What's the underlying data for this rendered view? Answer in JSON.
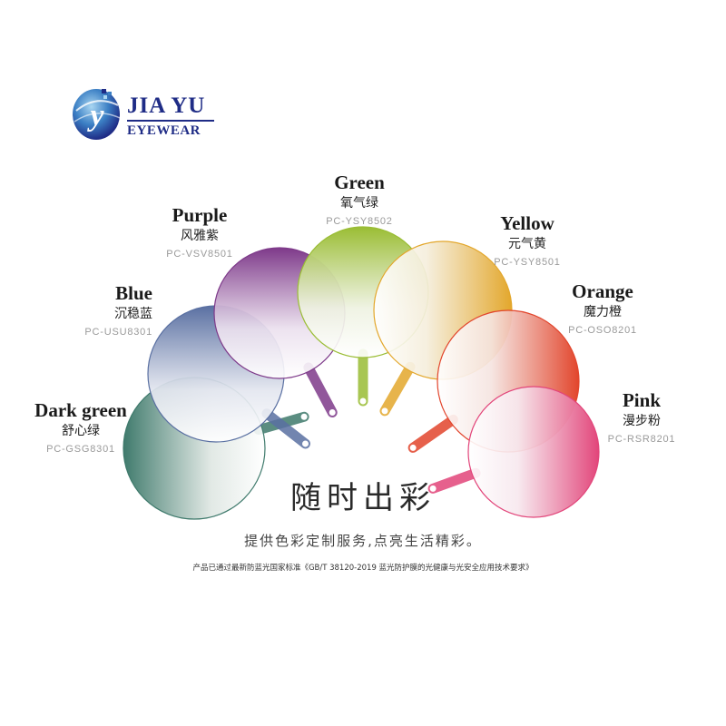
{
  "brand": {
    "name": "JIA YU",
    "subtitle": "EYEWEAR",
    "mark_letter": "y",
    "color": "#1f2c86"
  },
  "lenses": [
    {
      "id": "dark-green",
      "name": "Dark green",
      "cn": "舒心绿",
      "code": "PC-GSG8301",
      "color": "#3f7a6c",
      "fade": "#dfe7e3"
    },
    {
      "id": "blue",
      "name": "Blue",
      "cn": "沉稳蓝",
      "code": "PC-USU8301",
      "color": "#5a70a2",
      "fade": "#e3e6ef"
    },
    {
      "id": "purple",
      "name": "Purple",
      "cn": "风雅紫",
      "code": "PC-VSV8501",
      "color": "#7e3a8a",
      "fade": "#ebe0ee"
    },
    {
      "id": "green",
      "name": "Green",
      "cn": "氧气绿",
      "code": "PC-YSY8502",
      "color": "#9abd34",
      "fade": "#eef2e1"
    },
    {
      "id": "yellow",
      "name": "Yellow",
      "cn": "元气黄",
      "code": "PC-YSY8501",
      "color": "#e3a72c",
      "fade": "#f5eedc"
    },
    {
      "id": "orange",
      "name": "Orange",
      "cn": "魔力橙",
      "code": "PC-OSO8201",
      "color": "#e2452c",
      "fade": "#f5e4e0"
    },
    {
      "id": "pink",
      "name": "Pink",
      "cn": "漫步粉",
      "code": "PC-RSR8201",
      "color": "#e2457a",
      "fade": "#f7e8ee"
    }
  ],
  "headline": "随时出彩",
  "tagline": "提供色彩定制服务,点亮生活精彩。",
  "footnote": "产品已通过最新防蓝光国家标准《GB/T 38120-2019 蓝光防护膜的光健康与光安全应用技术要求》"
}
